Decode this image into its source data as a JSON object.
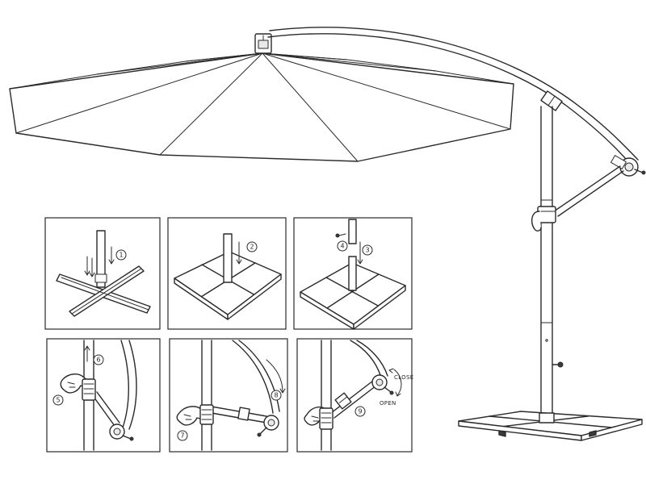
{
  "steps": {
    "s1": "1",
    "s2": "2",
    "s3": "3",
    "s4": "4",
    "s5": "5",
    "s6": "6",
    "s7": "7",
    "s8": "8",
    "s9": "9"
  },
  "labels": {
    "close": "CLOSE",
    "open": "OPEN"
  },
  "colors": {
    "line": "#2a2a2a",
    "background": "#ffffff"
  },
  "icons": {
    "rotate_arrow": "curved-arrow-icon",
    "direction_arrow": "arrow-icon"
  }
}
